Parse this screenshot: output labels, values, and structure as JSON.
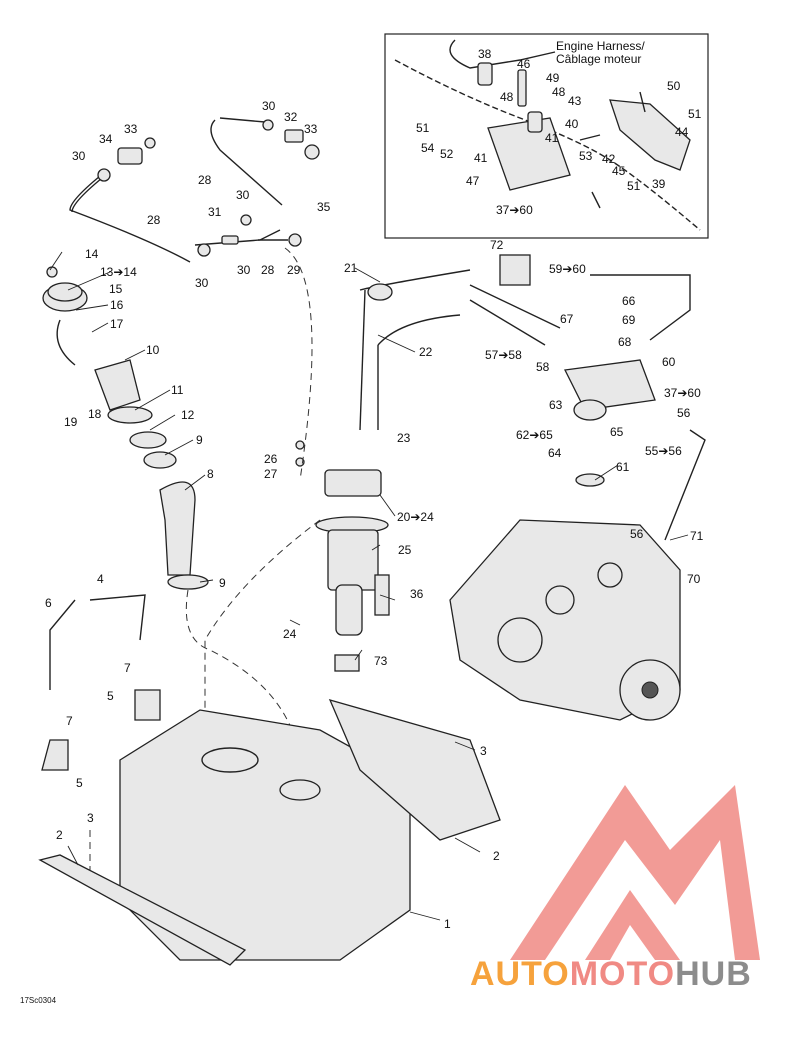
{
  "inset": {
    "title_line1": "Engine Harness/",
    "title_line2": "Câblage moteur"
  },
  "labels": {
    "l38": "38",
    "l46": "46",
    "l49": "49",
    "l48a": "48",
    "l48b": "48",
    "l43": "43",
    "l50": "50",
    "l51a": "51",
    "l44": "44",
    "l40": "40",
    "l51b": "51",
    "l41a": "41",
    "l54": "54",
    "l52": "52",
    "l41b": "41",
    "l53": "53",
    "l42": "42",
    "l45": "45",
    "l47": "47",
    "l51c": "51",
    "l39": "39",
    "l37a": "37➔60",
    "l30a": "30",
    "l32": "32",
    "l33a": "33",
    "l33b": "33",
    "l34": "34",
    "l30b": "30",
    "l28a": "28",
    "l28b": "28",
    "l30c": "30",
    "l31": "31",
    "l30d": "30",
    "l28c": "28",
    "l29": "29",
    "l30e": "30",
    "l35": "35",
    "l21": "21",
    "l14": "14",
    "l13": "13➔14",
    "l15": "15",
    "l16": "16",
    "l17": "17",
    "l72": "72",
    "l59": "59➔60",
    "l66": "66",
    "l67": "67",
    "l69": "69",
    "l68": "68",
    "l22": "22",
    "l57": "57➔58",
    "l58": "58",
    "l60": "60",
    "l10": "10",
    "l37b": "37➔60",
    "l56a": "56",
    "l18": "18",
    "l19": "19",
    "l11": "11",
    "l63": "63",
    "l12": "12",
    "l23": "23",
    "l62": "62➔65",
    "l65": "65",
    "l55": "55➔56",
    "l9a": "9",
    "l26": "26",
    "l64": "64",
    "l27": "27",
    "l61": "61",
    "l8": "8",
    "l20": "20➔24",
    "l56b": "56",
    "l71": "71",
    "l25": "25",
    "l70": "70",
    "l4": "4",
    "l9b": "9",
    "l36": "36",
    "l6": "6",
    "l24": "24",
    "l73": "73",
    "l7a": "7",
    "l5a": "5",
    "l7b": "7",
    "l3a": "3",
    "l5b": "5",
    "l3b": "3",
    "l2a": "2",
    "l2b": "2",
    "l1": "1"
  },
  "figure_code": "17Sc0304",
  "watermark": {
    "part1": "AUTO",
    "part2": "MOTO",
    "part3": "HUB",
    "color_orange": "#f6a23c",
    "color_red": "#f08a84",
    "color_gray": "#8c8c8c"
  }
}
